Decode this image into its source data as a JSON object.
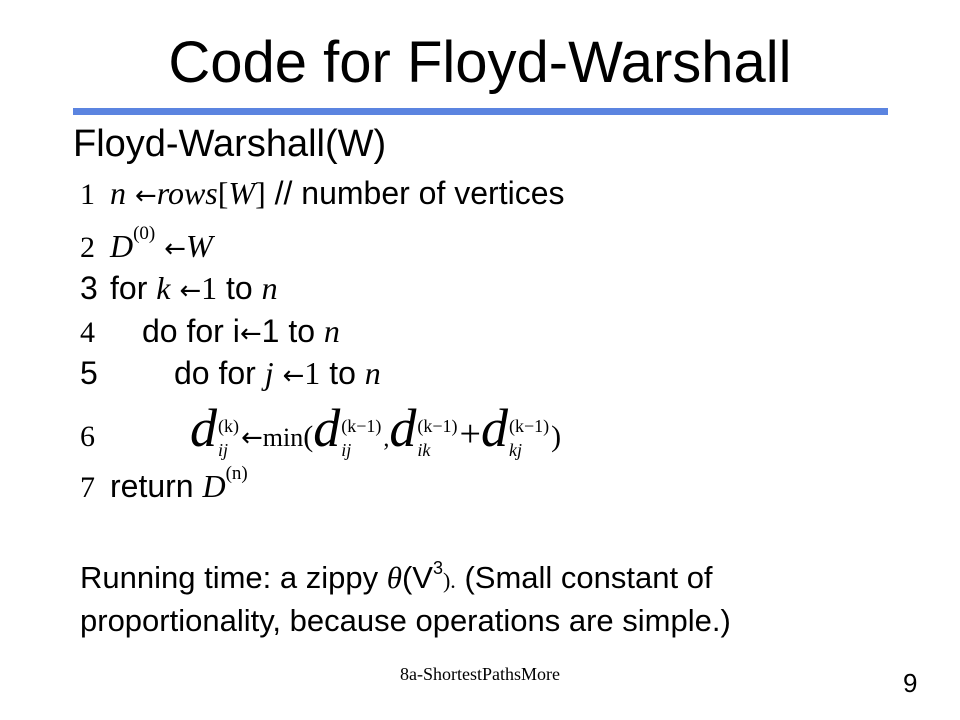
{
  "slide": {
    "title": "Code for Floyd-Warshall",
    "rule_color": "#5b84e0",
    "subtitle": "Floyd-Warshall(W)"
  },
  "code": {
    "l1": {
      "num": "1",
      "var": "n",
      "arrow": "←",
      "expr": "rows",
      "open": "[",
      "arg": "W",
      "close": "]",
      "comment": "// number of vertices"
    },
    "l2": {
      "num": "2",
      "var": "D",
      "sup": "(0)",
      "arrow": "←",
      "rhs": "W"
    },
    "l3": {
      "num": "3",
      "kw_for": "for",
      "var": "k",
      "arrow": "←",
      "start": "1",
      "kw_to": "to",
      "end": "n"
    },
    "l4": {
      "num": "4",
      "kw": "do for i",
      "arrow": "←",
      "start": "1",
      "kw_to": "to",
      "end": "n"
    },
    "l5": {
      "num": "5",
      "kw": "do for",
      "var": "j",
      "arrow": "←",
      "start": "1",
      "kw_to": "to",
      "end": "n"
    },
    "l6": {
      "num": "6",
      "lhs_base": "d",
      "lhs_sup": "(k)",
      "lhs_sub": "ij",
      "arrow": "←",
      "func": "min",
      "open": "(",
      "t1_base": "d",
      "t1_sup": "(k−1)",
      "t1_sub": "ij",
      "comma": ",",
      "t2_base": "d",
      "t2_sup": "(k−1)",
      "t2_sub": "ik",
      "plus": "+",
      "t3_base": "d",
      "t3_sup": "(k−1)",
      "t3_sub": "kj",
      "close": ")"
    },
    "l7": {
      "num": "7",
      "kw": "return",
      "var": "D",
      "sup": "(n)"
    }
  },
  "running_time": {
    "prefix": "Running time: a zippy",
    "theta": "θ",
    "arg": "(V",
    "exp": "3",
    "close": ").",
    "rest": "(Small constant of",
    "line2": "proportionality, because operations are simple.)"
  },
  "footer": {
    "text": "8a-ShortestPathsMore",
    "page": "9"
  }
}
